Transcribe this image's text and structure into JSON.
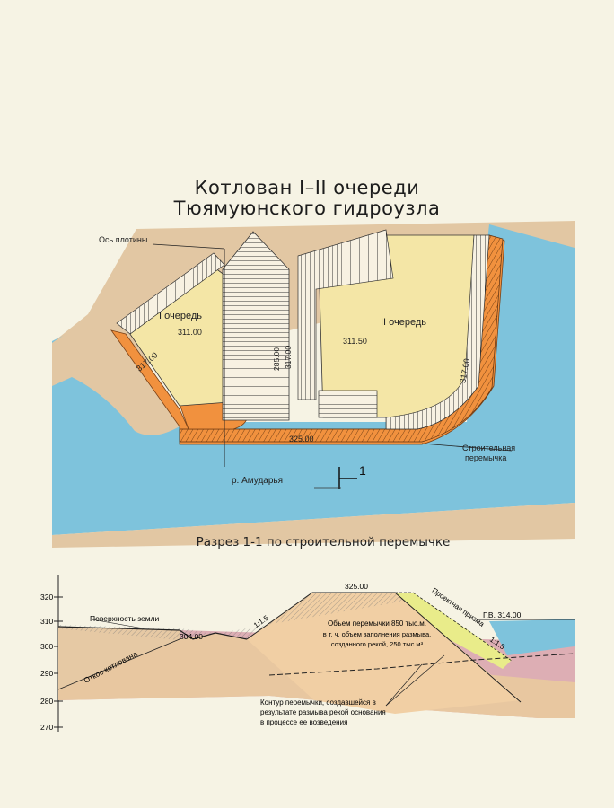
{
  "title_line1": "Котлован I–II очереди",
  "title_line2": "Тюямуюнского гидроузла",
  "plan": {
    "dam_axis_label": "Ось плотины",
    "stage1_label": "I очередь",
    "stage2_label": "II очередь",
    "mark_311_00": "311.00",
    "mark_311_50": "311.50",
    "mark_317_left": "317.00",
    "mark_317_right": "317.00",
    "mark_285": "285.00",
    "mark_317_center": "317.00",
    "mark_325": "325.00",
    "cofferdam_label_1": "Строительная",
    "cofferdam_label_2": "перемычка",
    "river_label": "р. Амударья",
    "section_marker": "1"
  },
  "section_title": "Разрез 1-1 по строительной перемычке",
  "section": {
    "y_ticks": [
      "320",
      "310",
      "300",
      "290",
      "280",
      "270"
    ],
    "ground_surface_label": "Поверхность земли",
    "pit_slope_label": "Откос котлована",
    "mark_304": "304.00",
    "mark_top": "325.00",
    "slope_left": "1:1.5",
    "slope_right": "1:1.5",
    "design_slope_label": "Проектная призма",
    "water_level_label": "Г.В.  314.00",
    "volume_line1": "Объем перемычки 850 тыс.м.",
    "volume_line2": "в т. ч. объем заполнения размыва,",
    "volume_line3": "созданного рекой, 250 тыс.м³",
    "contour_line1": "Контур перемычки, создавшейся   в",
    "contour_line2": "результате размыва рекой  основания",
    "contour_line3": "в процессе ее возведения"
  },
  "colors": {
    "river": "#7ec3dc",
    "land": "#e2c7a3",
    "pit": "#f4e6a6",
    "cofferdam": "#f1913e",
    "rock": "#ddaeb4",
    "fill": "#f1cfa4",
    "prism": "#e9ec8a"
  }
}
